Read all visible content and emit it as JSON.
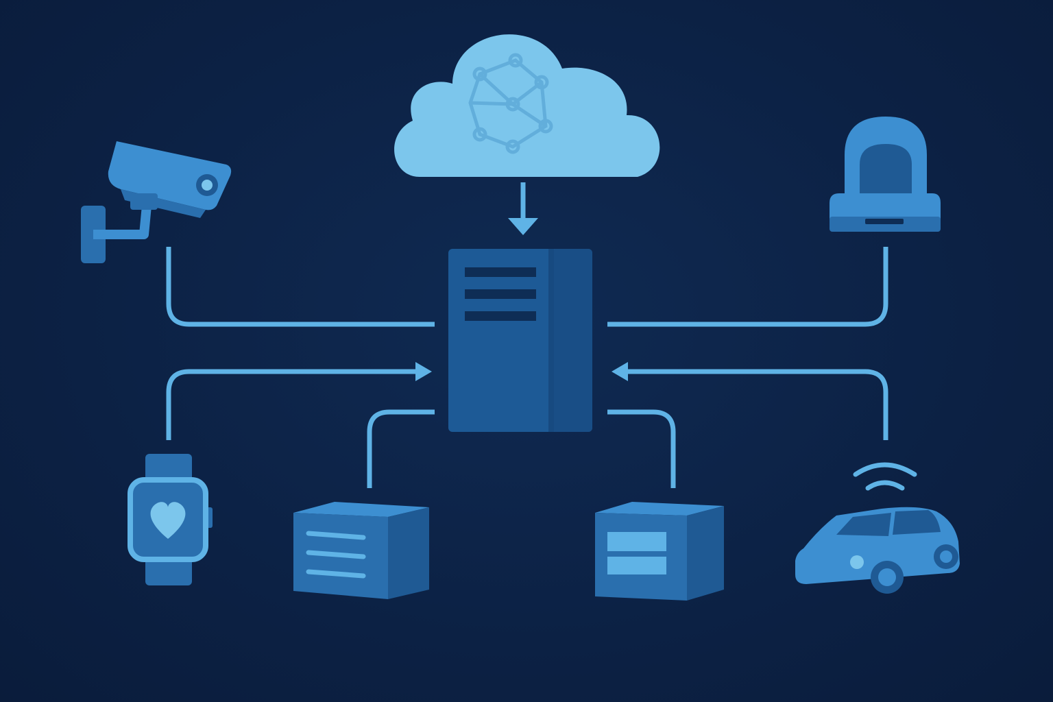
{
  "diagram": {
    "nodes": [
      {
        "id": "cloud",
        "icon": "cloud-network-icon"
      },
      {
        "id": "central-server",
        "icon": "server-tower-icon"
      },
      {
        "id": "security-camera",
        "icon": "security-camera-icon"
      },
      {
        "id": "smart-lock",
        "icon": "padlock-icon"
      },
      {
        "id": "smartwatch",
        "icon": "smartwatch-heart-icon"
      },
      {
        "id": "storage-box-left",
        "icon": "storage-box-icon"
      },
      {
        "id": "storage-box-right",
        "icon": "storage-box-icon"
      },
      {
        "id": "connected-car",
        "icon": "connected-car-icon"
      }
    ],
    "edges": [
      {
        "from": "cloud",
        "to": "central-server",
        "arrow": true
      },
      {
        "from": "security-camera",
        "to": "central-server",
        "arrow": false
      },
      {
        "from": "smart-lock",
        "to": "central-server",
        "arrow": false
      },
      {
        "from": "smartwatch",
        "to": "central-server",
        "arrow": true
      },
      {
        "from": "connected-car",
        "to": "central-server",
        "arrow": true
      },
      {
        "from": "storage-box-left",
        "to": "central-server",
        "arrow": false
      },
      {
        "from": "storage-box-right",
        "to": "central-server",
        "arrow": false
      }
    ]
  },
  "colors": {
    "background": "#0d2346",
    "line": "#5fb3e6",
    "cloud": "#7cc6ec",
    "device_light": "#3d8fd1",
    "device_mid": "#2a6fae",
    "device_dark": "#1f5a94",
    "screen": "#5fb3e6"
  }
}
